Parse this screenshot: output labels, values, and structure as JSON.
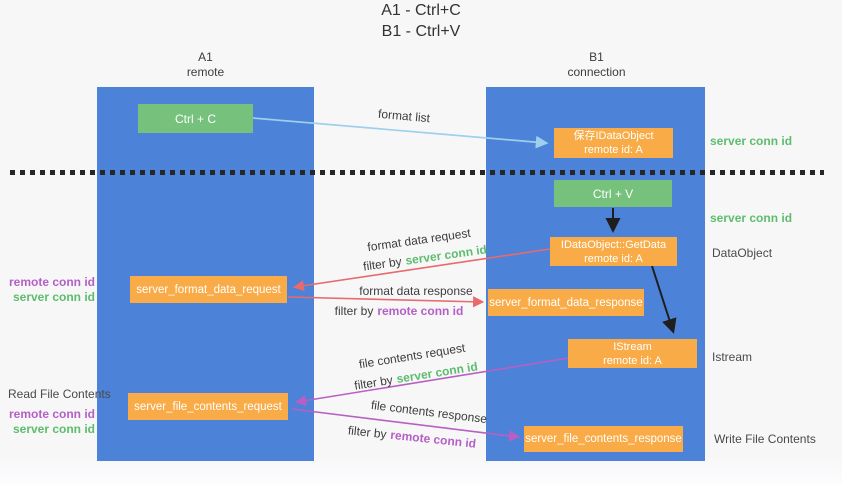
{
  "title": {
    "line1": "A1 - Ctrl+C",
    "line2": "B1 - Ctrl+V"
  },
  "lanes": {
    "a": {
      "name": "A1",
      "subtitle": "remote"
    },
    "b": {
      "name": "B1",
      "subtitle": "connection"
    }
  },
  "nodes": {
    "ctrl_c": {
      "label": "Ctrl + C"
    },
    "ctrl_v": {
      "label": "Ctrl + V"
    },
    "save_dataobject": {
      "line1": "保存IDataObject",
      "line2": "remote id: A"
    },
    "getdata": {
      "line1": "IDataObject::GetData",
      "line2": "remote id: A"
    },
    "istream": {
      "line1": "IStream",
      "line2": "remote id: A"
    },
    "server_format_data_request": {
      "label": "server_format_data_request"
    },
    "server_format_data_response": {
      "label": "server_format_data_response"
    },
    "server_file_contents_request": {
      "label": "server_file_contents_request"
    },
    "server_file_contents_response": {
      "label": "server_file_contents_response"
    }
  },
  "edges": {
    "format_list": "format list",
    "format_data_request": "format data request",
    "format_data_response": "format data response",
    "file_contents_request": "file contents request",
    "file_contents_response": "file contents response",
    "filter_by": "filter by",
    "server_conn_id": "server conn id",
    "remote_conn_id": "remote conn id"
  },
  "annotations": {
    "right_server_conn_id_top": "server conn id",
    "right_server_conn_id_mid": "server conn id",
    "right_dataobject": "DataObject",
    "right_istream": "Istream",
    "right_write_file_contents": "Write File Contents",
    "left_remote_conn_id_top": "remote conn id",
    "left_server_conn_id_top": "server conn id",
    "left_read_file_contents": "Read File Contents",
    "left_remote_conn_id_bottom": "remote conn id",
    "left_server_conn_id_bottom": "server conn id"
  },
  "colors": {
    "lane_blue": "#4c82d8",
    "green_box": "#76c17c",
    "orange_box": "#f8ab46",
    "arrow_blue": "#9ecfec",
    "arrow_red": "#e86a6c",
    "arrow_purple": "#b95fc4",
    "arrow_black": "#1e1e1e",
    "label_green": "#5dbd6d",
    "label_purple": "#b55fc6"
  }
}
